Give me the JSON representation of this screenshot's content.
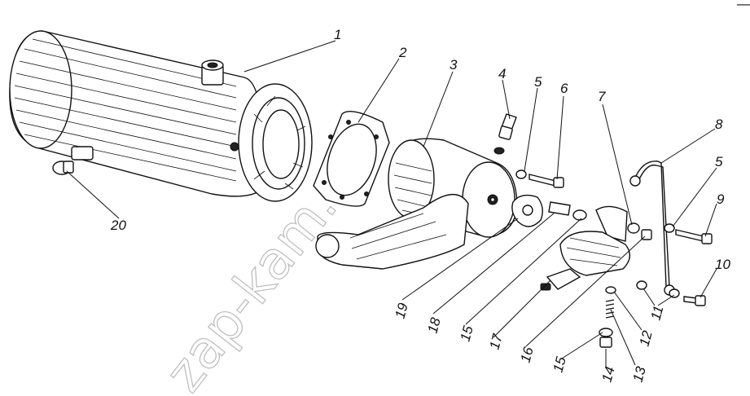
{
  "watermark": "zap-kam.ru",
  "corner_mark": "—",
  "callouts": [
    {
      "id": "c1",
      "text": "1"
    },
    {
      "id": "c2",
      "text": "2"
    },
    {
      "id": "c3",
      "text": "3"
    },
    {
      "id": "c4",
      "text": "4"
    },
    {
      "id": "c5a",
      "text": "5"
    },
    {
      "id": "c6",
      "text": "6"
    },
    {
      "id": "c7",
      "text": "7"
    },
    {
      "id": "c8",
      "text": "8"
    },
    {
      "id": "c5b",
      "text": "5"
    },
    {
      "id": "c9",
      "text": "9"
    },
    {
      "id": "c10",
      "text": "10"
    },
    {
      "id": "c11",
      "text": "11"
    },
    {
      "id": "c12",
      "text": "12"
    },
    {
      "id": "c13",
      "text": "13"
    },
    {
      "id": "c14",
      "text": "14"
    },
    {
      "id": "c15a",
      "text": "15"
    },
    {
      "id": "c16",
      "text": "16"
    },
    {
      "id": "c17",
      "text": "17"
    },
    {
      "id": "c15b",
      "text": "15"
    },
    {
      "id": "c18",
      "text": "18"
    },
    {
      "id": "c19",
      "text": "19"
    },
    {
      "id": "c20",
      "text": "20"
    }
  ]
}
